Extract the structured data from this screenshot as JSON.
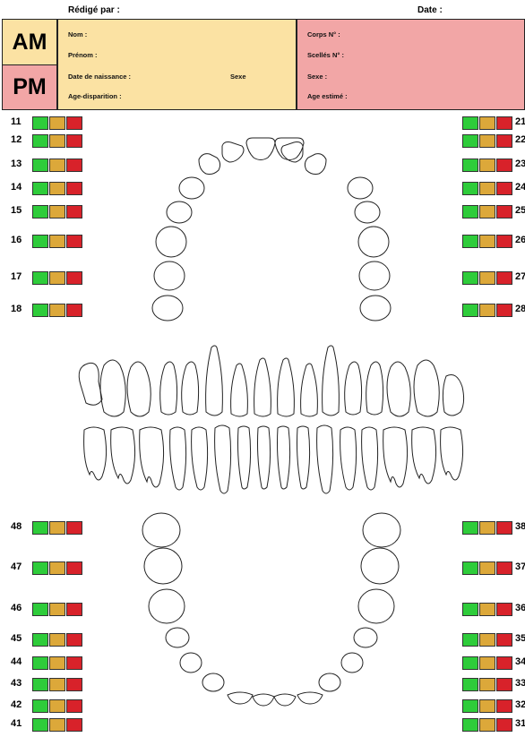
{
  "header": {
    "redige_par": "Rédigé par :",
    "date": "Date :",
    "am": "AM",
    "pm": "PM",
    "am_color": "#fbe2a3",
    "pm_color": "#f2a6a6"
  },
  "am_fields": {
    "nom": "Nom :",
    "prenom": "Prénom :",
    "date_naissance": "Date de naissance :",
    "sexe": "Sexe",
    "age_disparition": "Age-disparition :"
  },
  "pm_fields": {
    "corps": "Corps N° :",
    "scelles": "Scellés N° :",
    "sexe": "Sexe :",
    "age_estime": "Age estimé :"
  },
  "left_teeth": [
    "11",
    "12",
    "13",
    "14",
    "15",
    "16",
    "17",
    "18",
    "48",
    "47",
    "46",
    "45",
    "44",
    "43",
    "42",
    "41"
  ],
  "right_teeth": [
    "21",
    "22",
    "23",
    "24",
    "25",
    "26",
    "27",
    "28",
    "38",
    "37",
    "36",
    "35",
    "34",
    "33",
    "32",
    "31"
  ],
  "status_colors": {
    "good": "#2ecc3a",
    "mid": "#dca83a",
    "bad": "#d8222a"
  }
}
